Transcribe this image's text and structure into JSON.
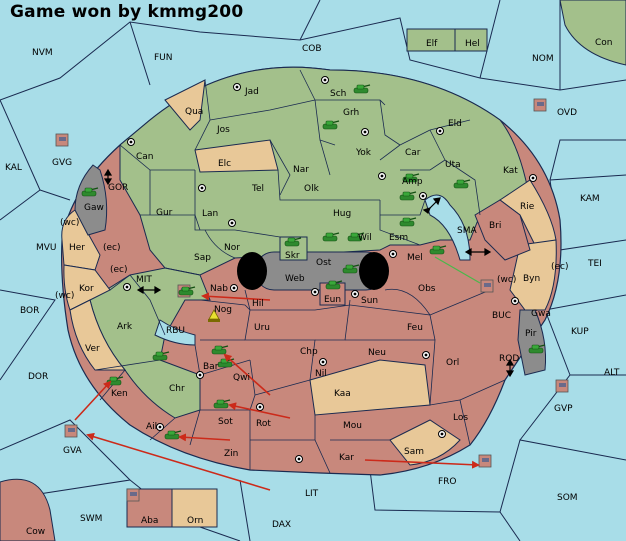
{
  "title": "Game won by kmmg200",
  "colors": {
    "water": "#a8dde8",
    "green": "#a3c08b",
    "tan": "#e8c898",
    "red": "#c8887c",
    "gray": "#8c8c8c",
    "border": "#1a2a50",
    "order": "#cc2a1a",
    "unit": "#2e8a2e"
  },
  "icons": {
    "supply_center": "supply-center-icon",
    "army": "army-tank-icon",
    "fleet": "fleet-ship-icon",
    "move": "move-arrow-icon",
    "convoy": "convoy-arrow-icon",
    "retreat": "dislodged-marker-icon"
  },
  "regions": {
    "NVM": "NVM",
    "FUN": "FUN",
    "COB": "COB",
    "NOM": "NOM",
    "Con": "Con",
    "Elf": "Elf",
    "Hel": "Hel",
    "OVD": "OVD",
    "KAL": "KAL",
    "GVG": "GVG",
    "GOR": "GOR",
    "Gaw": "Gaw",
    "KAM": "KAM",
    "SMA": "SMA",
    "TEI": "TEI",
    "MVU": "MVU",
    "wc1": "(wc)",
    "ec1": "(ec)",
    "wc2": "(wc)",
    "ec2": "(ec)",
    "wc3": "(wc)",
    "ec3": "(ec)",
    "Her": "Her",
    "Kor": "Kor",
    "MIT": "MIT",
    "BOR": "BOR",
    "RBU": "RBU",
    "BUC": "BUC",
    "KUP": "KUP",
    "DOR": "DOR",
    "ROD": "ROD",
    "ALT": "ALT",
    "GVP": "GVP",
    "GVA": "GVA",
    "FRO": "FRO",
    "SOM": "SOM",
    "LIT": "LIT",
    "SWM": "SWM",
    "DAX": "DAX",
    "Cow": "Cow",
    "Aba": "Aba",
    "Orn": "Orn",
    "Jad": "Jad",
    "Sch": "Sch",
    "Qua": "Qua",
    "Grh": "Grh",
    "Jos": "Jos",
    "Eld": "Eld",
    "Can": "Can",
    "Yok": "Yok",
    "Car": "Car",
    "Elc": "Elc",
    "Nar": "Nar",
    "Uta": "Uta",
    "Kat": "Kat",
    "Amp": "Amp",
    "Tel": "Tel",
    "Olk": "Olk",
    "Gur": "Gur",
    "Lan": "Lan",
    "Hug": "Hug",
    "Rie": "Rie",
    "Bri": "Bri",
    "Esm": "Esm",
    "Wil": "Wil",
    "Skr": "Skr",
    "Nor": "Nor",
    "Ost": "Ost",
    "Mel": "Mel",
    "Sap": "Sap",
    "Web": "Web",
    "Byn": "Byn",
    "Nab": "Nab",
    "Eun": "Eun",
    "Sun": "Sun",
    "Obs": "Obs",
    "Hil": "Hil",
    "Gwa": "Gwa",
    "Nog": "Nog",
    "Ark": "Ark",
    "Uru": "Uru",
    "Feu": "Feu",
    "Pir": "Pir",
    "Ver": "Ver",
    "Chp": "Chp",
    "Neu": "Neu",
    "Orl": "Orl",
    "Bar": "Bar",
    "Qwi": "Qwi",
    "Nil": "Nil",
    "Chr": "Chr",
    "Kaa": "Kaa",
    "Ken": "Ken",
    "Sot": "Sot",
    "Rot": "Rot",
    "Los": "Los",
    "Mou": "Mou",
    "Ail": "Ail",
    "Zin": "Zin",
    "Kar": "Kar",
    "Sam": "Sam"
  }
}
